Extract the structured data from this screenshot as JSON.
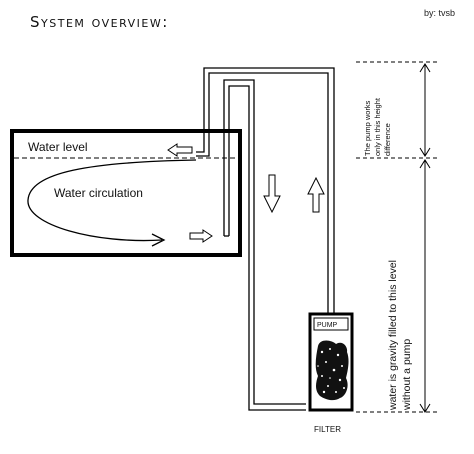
{
  "diagram": {
    "title": "System overview:",
    "author": "by: tvsb",
    "labels": {
      "water_level": "Water level",
      "water_circulation": "Water circulation",
      "pump": "PUMP",
      "filter": "FILTER",
      "pump_height_line1": "The pump works",
      "pump_height_line2": "only in this height",
      "pump_height_line3": "difference",
      "gravity_line1": "water is gravity filled to this level",
      "gravity_line2": "without a pump"
    }
  }
}
